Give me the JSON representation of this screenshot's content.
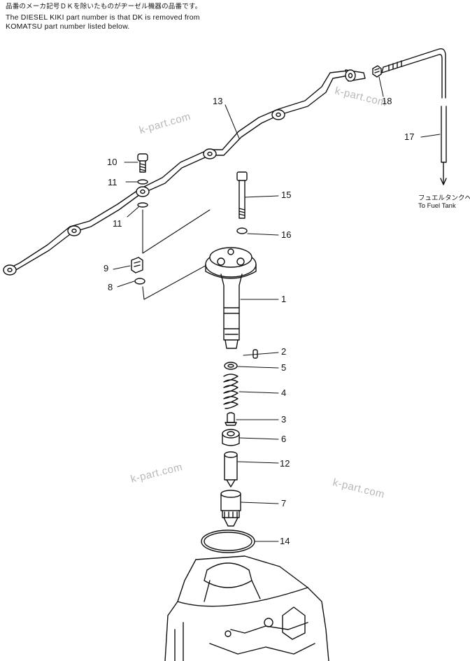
{
  "notes": {
    "japanese": "品番のメーカ記号ＤＫを除いたものがヂーゼル機器の品番です。",
    "english_line1": "The DIESEL KIKI part number is that DK is removed from",
    "english_line2": "KOMATSU part number listed below."
  },
  "fuel_tank": {
    "japanese": "フュエルタンクへ",
    "english": "To Fuel Tank"
  },
  "watermarks": [
    "k-part.com",
    "k-part.com",
    "k-part.com",
    "k-part.com"
  ],
  "callouts": {
    "c1": "1",
    "c2": "2",
    "c3": "3",
    "c4": "4",
    "c5": "5",
    "c6": "6",
    "c7": "7",
    "c8": "8",
    "c9": "9",
    "c10": "10",
    "c11a": "11",
    "c11b": "11",
    "c12": "12",
    "c13": "13",
    "c14": "14",
    "c15": "15",
    "c16": "16",
    "c17": "17",
    "c18": "18"
  }
}
